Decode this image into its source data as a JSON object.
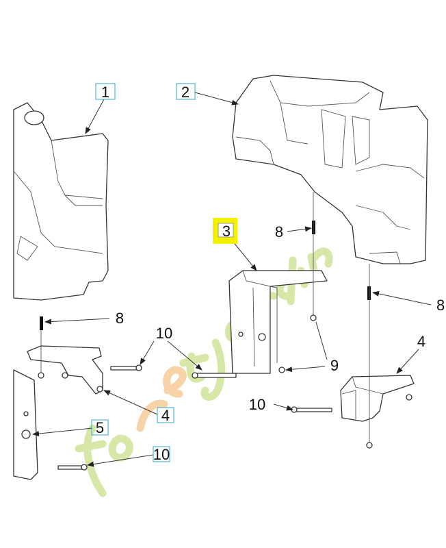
{
  "diagram": {
    "callouts": [
      {
        "id": "1",
        "label": "1"
      },
      {
        "id": "2",
        "label": "2"
      },
      {
        "id": "3",
        "label": "3",
        "highlighted": true
      },
      {
        "id": "8a",
        "label": "8"
      },
      {
        "id": "8b",
        "label": "8"
      },
      {
        "id": "8c",
        "label": "8"
      },
      {
        "id": "10a",
        "label": "10"
      },
      {
        "id": "9",
        "label": "9"
      },
      {
        "id": "4a",
        "label": "4"
      },
      {
        "id": "4b",
        "label": "4"
      },
      {
        "id": "10b",
        "label": "10"
      },
      {
        "id": "5",
        "label": "5"
      },
      {
        "id": "10c",
        "label": "10"
      }
    ],
    "highlight_color": "#f2f200",
    "box_color": "#4fb8d0",
    "watermark": "foretjardin.com"
  }
}
